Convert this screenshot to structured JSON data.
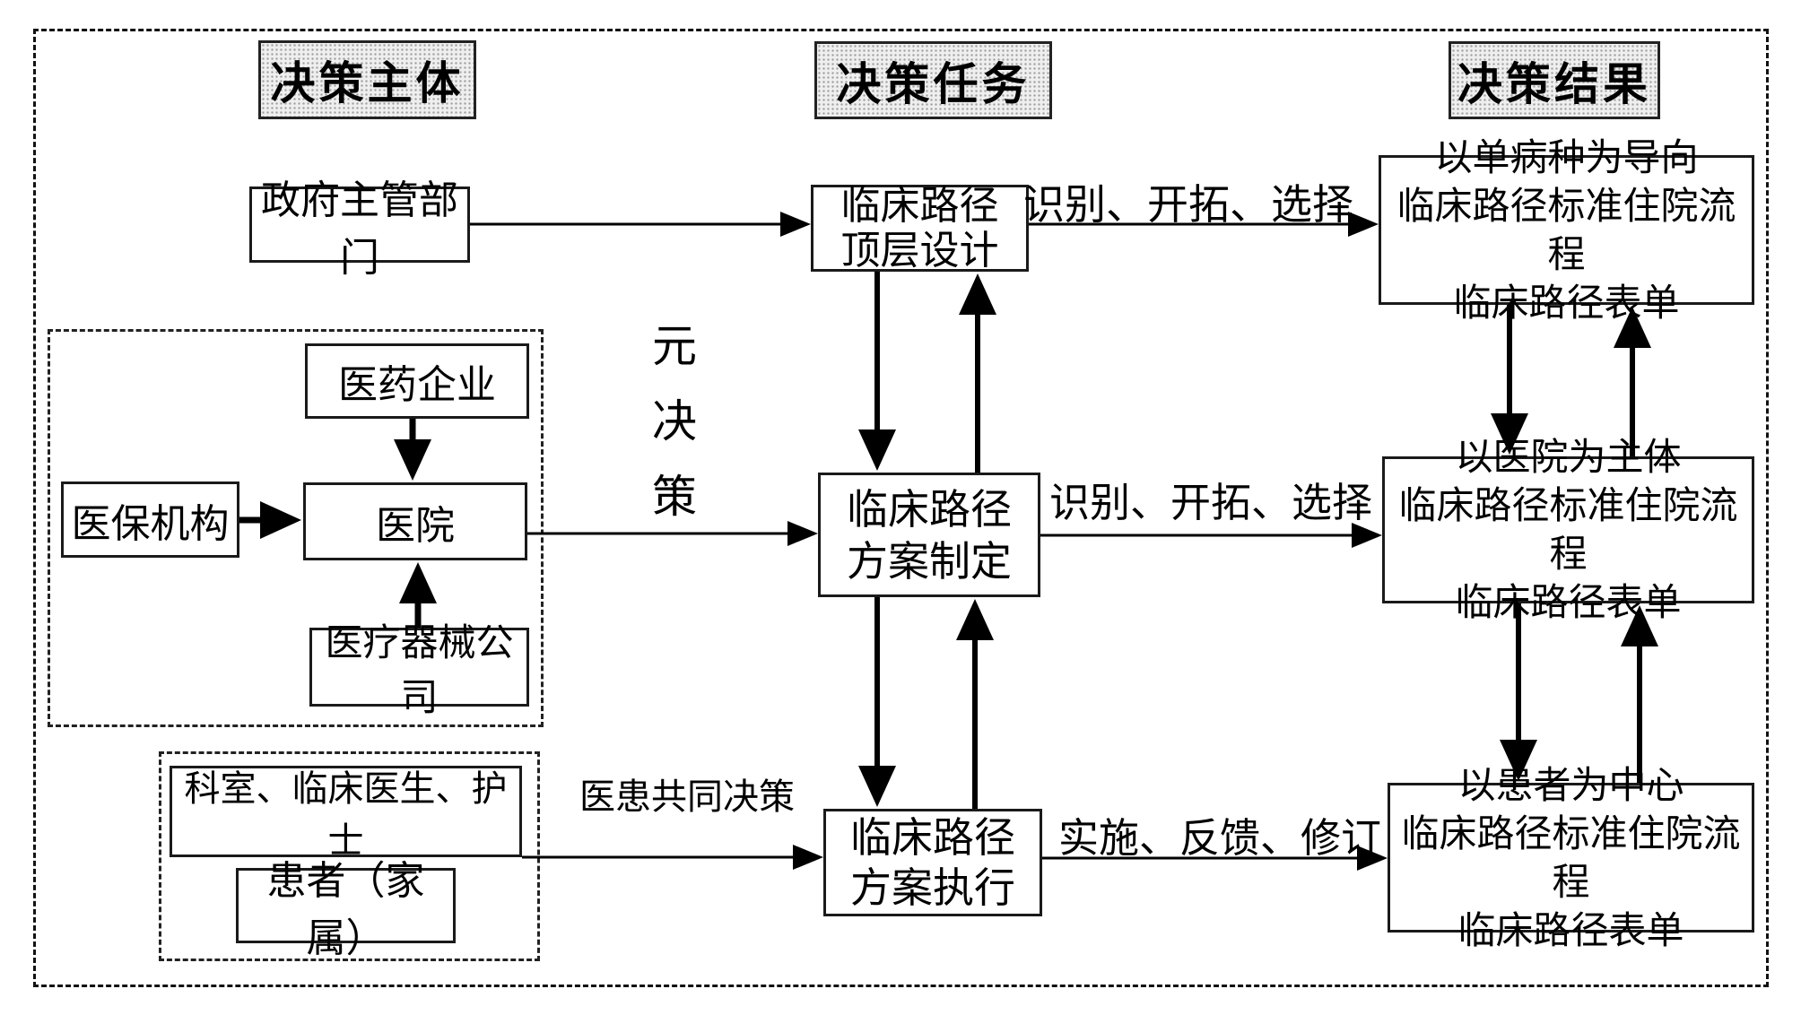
{
  "diagram": {
    "columns": {
      "subject_header": "决策主体",
      "task_header": "决策任务",
      "result_header": "决策结果"
    },
    "nodes": {
      "government": "政府主管部门",
      "pharma": "医药企业",
      "insurance": "医保机构",
      "hospital": "医院",
      "device_company": "医疗器械公司",
      "dept_staff": "科室、临床医生、护士",
      "patient": "患者（家属）",
      "top_design": "临床路径\n顶层设计",
      "plan_making": "临床路径\n方案制定",
      "plan_execution": "临床路径\n方案执行",
      "result_single_disease": "以单病种为导向\n临床路径标准住院流程\n临床路径表单",
      "result_hospital": "以医院为主体\n临床路径标准住院流程\n临床路径表单",
      "result_patient": "以患者为中心\n临床路径标准住院流程\n临床路径表单"
    },
    "edge_labels": {
      "meta_decision": "元决策",
      "identify_develop_select_1": "识别、开拓、选择",
      "identify_develop_select_2": "识别、开拓、选择",
      "implement_feedback_revise": "实施、反馈、修订",
      "doctor_patient_shared": "医患共同决策"
    },
    "colors": {
      "line": "#000000",
      "header_fill": "#efefef",
      "box_fill": "#ffffff"
    }
  }
}
